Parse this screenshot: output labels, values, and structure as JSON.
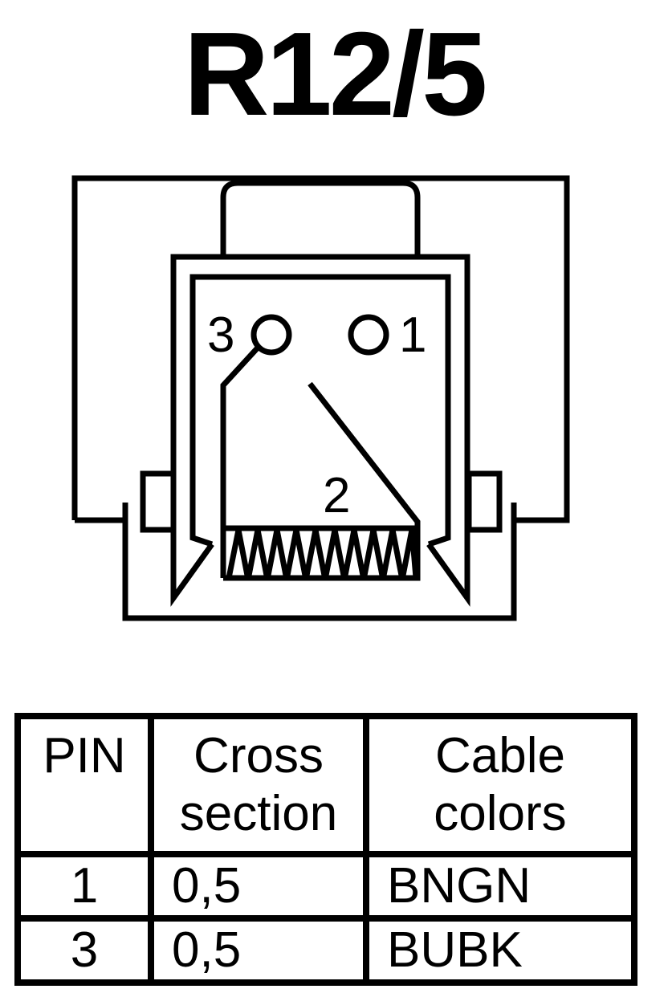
{
  "title": "R12/5",
  "connector": {
    "pin_labels": [
      "3",
      "1",
      "2"
    ]
  },
  "table": {
    "headers": {
      "pin": "PIN",
      "cross_line1": "Cross",
      "cross_line2": "section",
      "colors_line1": "Cable",
      "colors_line2": "colors"
    },
    "rows": [
      {
        "pin": "1",
        "cross_section": "0,5",
        "colors": "BNGN"
      },
      {
        "pin": "3",
        "cross_section": "0,5",
        "colors": "BUBK"
      }
    ]
  }
}
